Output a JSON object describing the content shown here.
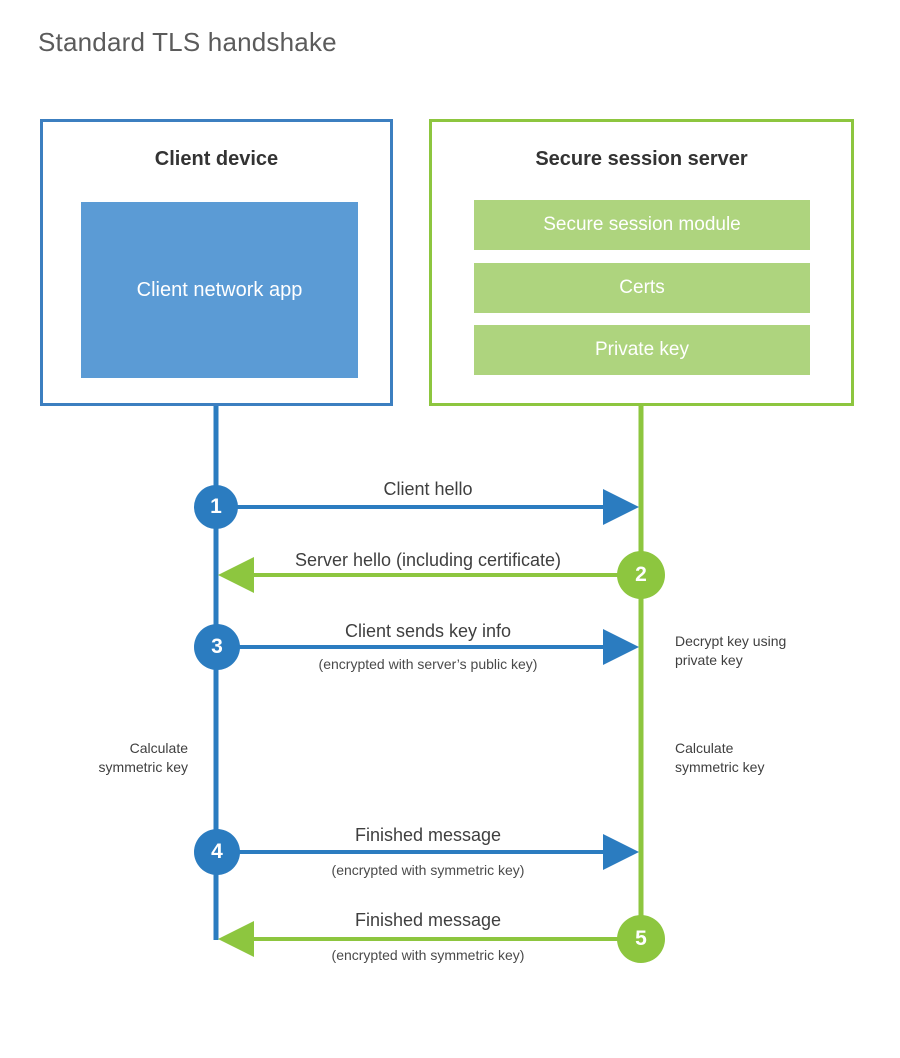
{
  "title": "Standard TLS handshake",
  "colors": {
    "client_border": "#3c7fc0",
    "client_app_fill": "#5b9bd5",
    "server_border": "#8dc63f",
    "server_module_fill": "#aed47e",
    "client_line": "#2b7cc0",
    "server_line": "#8dc63f",
    "title_text": "#5b5b5b",
    "body_text": "#3f3f3f"
  },
  "client": {
    "title": "Client device",
    "app_label": "Client network app"
  },
  "server": {
    "title": "Secure session server",
    "modules": [
      {
        "label": "Secure session module"
      },
      {
        "label": "Certs"
      },
      {
        "label": "Private key"
      }
    ]
  },
  "steps": [
    {
      "number": "1",
      "color": "blue"
    },
    {
      "number": "2",
      "color": "green"
    },
    {
      "number": "3",
      "color": "blue"
    },
    {
      "number": "4",
      "color": "blue"
    },
    {
      "number": "5",
      "color": "green"
    }
  ],
  "messages": [
    {
      "step": "1",
      "direction": "client-to-server",
      "primary": "Client hello",
      "secondary": ""
    },
    {
      "step": "2",
      "direction": "server-to-client",
      "primary": "Server hello (including certificate)",
      "secondary": ""
    },
    {
      "step": "3",
      "direction": "client-to-server",
      "primary": "Client sends key info",
      "secondary": "(encrypted with server’s public key)"
    },
    {
      "step": "4",
      "direction": "client-to-server",
      "primary": "Finished message",
      "secondary": "(encrypted with symmetric key)"
    },
    {
      "step": "5",
      "direction": "server-to-client",
      "primary": "Finished message",
      "secondary": "(encrypted with symmetric key)"
    }
  ],
  "notes": {
    "server_decrypt": "Decrypt key using\nprivate key",
    "client_calculate": "Calculate\nsymmetric key",
    "server_calculate": "Calculate\nsymmetric key"
  }
}
